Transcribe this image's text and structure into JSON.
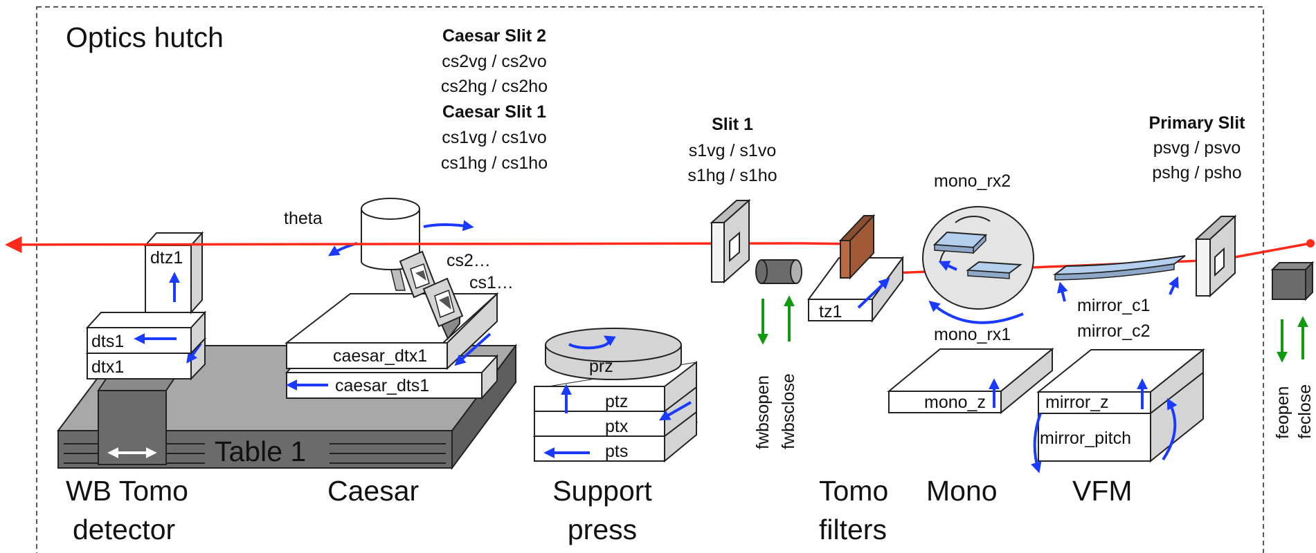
{
  "hutch": {
    "title": "Optics hutch"
  },
  "sections": {
    "wb_tomo": [
      "WB Tomo",
      "detector"
    ],
    "caesar": "Caesar",
    "support_press": [
      "Support",
      "press"
    ],
    "tomo_filters": [
      "Tomo",
      "filters"
    ],
    "mono": "Mono",
    "vfm": "VFM"
  },
  "table": {
    "label": "Table 1"
  },
  "wb_detector": {
    "dtz1": "dtz1",
    "dts1": "dts1",
    "dtx1": "dtx1"
  },
  "caesar": {
    "slit2_title": "Caesar Slit 2",
    "slit2_line1": "cs2vg / cs2vo",
    "slit2_line2": "cs2hg / cs2ho",
    "slit1_title": "Caesar Slit 1",
    "slit1_line1": "cs1vg / cs1vo",
    "slit1_line2": "cs1hg / cs1ho",
    "theta": "theta",
    "cs2_short": "cs2…",
    "cs1_short": "cs1…",
    "dtx1": "caesar_dtx1",
    "dts1": "caesar_dts1"
  },
  "press": {
    "prz": "prz",
    "ptz": "ptz",
    "ptx": "ptx",
    "pts": "pts"
  },
  "slit1": {
    "title": "Slit 1",
    "line1": "s1vg / s1vo",
    "line2": "s1hg / s1ho"
  },
  "fwbs": {
    "open": "fwbsopen",
    "close": "fwbsclose"
  },
  "tomo_filter": {
    "tz1": "tz1"
  },
  "mono": {
    "rx2": "mono_rx2",
    "rx1": "mono_rx1",
    "z": "mono_z"
  },
  "vfm": {
    "c1": "mirror_c1",
    "c2": "mirror_c2",
    "z": "mirror_z",
    "pitch": "mirror_pitch"
  },
  "primary_slit": {
    "title": "Primary Slit",
    "line1": "psvg / psvo",
    "line2": "pshg / psho"
  },
  "front_end": {
    "open": "feopen",
    "close": "feclose"
  },
  "colors": {
    "beam": "#ff2a1a",
    "motion": "#1a3bff",
    "shutter": "#109a10",
    "filter": "#b86a43",
    "mirror": "#b5cfee"
  }
}
